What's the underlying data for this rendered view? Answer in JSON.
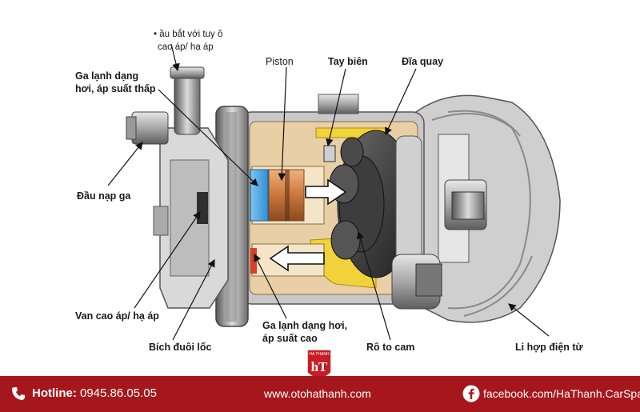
{
  "labels": {
    "port_line1": "• ầu bắt với tuy ô",
    "port_line2": "cao áp/ hạ áp",
    "piston": "Piston",
    "con_rod": "Tay biên",
    "swash_plate": "Đĩa quay",
    "low_gas_line1": "Ga lạnh dạng",
    "low_gas_line2": "hơi, áp suất thấp",
    "charge_port": "Đầu nạp ga",
    "valve": "Van cao áp/ hạ áp",
    "tail_flange": "Bích đuôi lốc",
    "high_gas_line1": "Ga lạnh dạng hơi,",
    "high_gas_line2": "áp suất cao",
    "cam_rotor": "Rô to cam",
    "clutch": "Li hợp điện từ"
  },
  "footer": {
    "hotline_label": "Hotline:",
    "hotline_number": "0945.86.05.05",
    "website": "www.otohathanh.com",
    "facebook": "facebook.com/HaThanh.CarSpa",
    "logo_small": "HA THANH",
    "logo_letters": "hT"
  },
  "icons": {
    "phone": "phone-icon",
    "facebook": "facebook-icon"
  },
  "colors": {
    "footer_bg": "#a6171d",
    "logo_red": "#c41e24",
    "housing_tan": "#e9cfa6",
    "chamber_yellow": "#f2d23a",
    "chamber_blue": "#2d8fd6",
    "piston_copper": "#c9773c"
  }
}
